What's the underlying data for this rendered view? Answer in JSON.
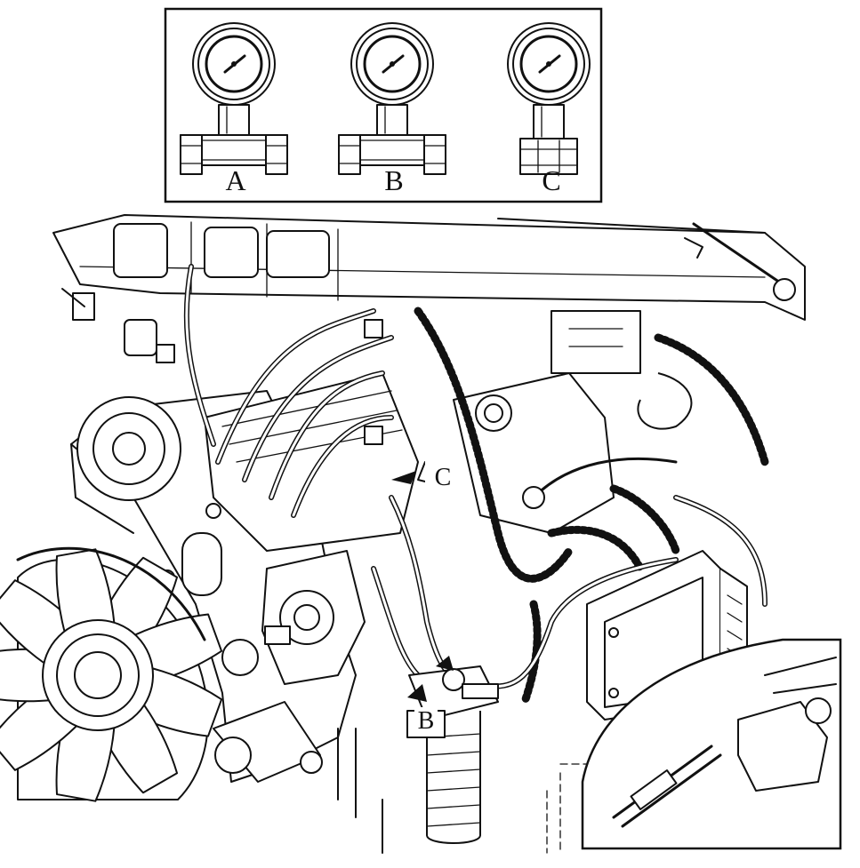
{
  "gauges": [
    {
      "label": "A",
      "fitting": "tee"
    },
    {
      "label": "B",
      "fitting": "tee"
    },
    {
      "label": "C",
      "fitting": "straight"
    }
  ],
  "callouts": {
    "c": "C",
    "b": "B"
  }
}
